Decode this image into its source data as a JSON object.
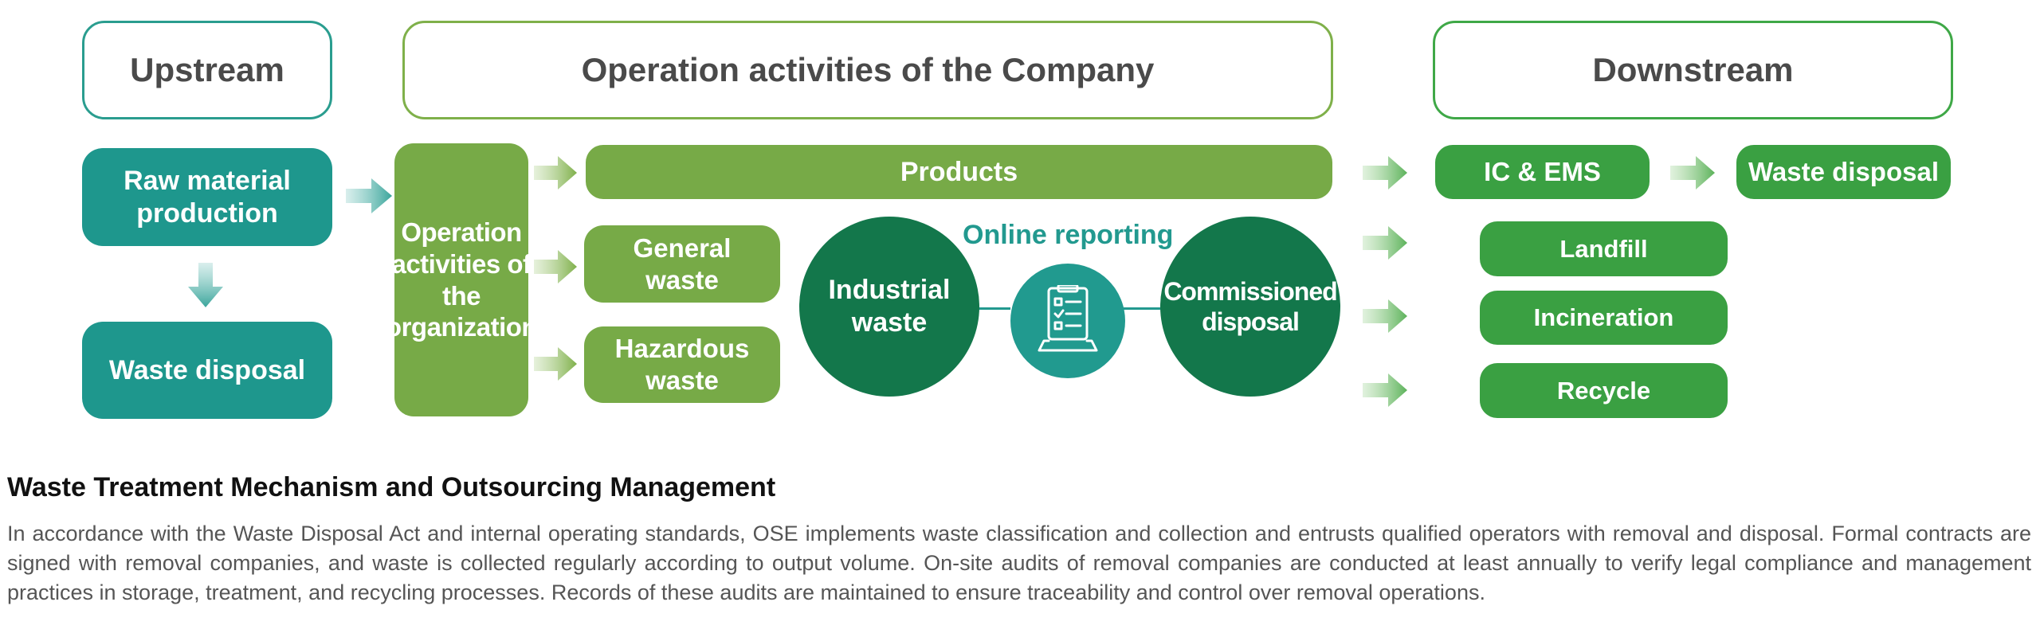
{
  "headers": {
    "upstream": "Upstream",
    "operation": "Operation activities of the Company",
    "downstream": "Downstream"
  },
  "upstream": {
    "raw_material": "Raw material production",
    "waste_disposal": "Waste disposal"
  },
  "operation": {
    "org_activities": "Operation activities of the organization",
    "products": "Products",
    "general_waste": "General waste",
    "hazardous_waste": "Hazardous waste",
    "industrial_waste": "Industrial waste",
    "online_reporting": "Online reporting",
    "commissioned_disposal": "Commissioned disposal",
    "reporting_icon": "clipboard-checklist-laptop-icon"
  },
  "downstream": {
    "ic_ems": "IC & EMS",
    "waste_disposal": "Waste disposal",
    "landfill": "Landfill",
    "incineration": "Incineration",
    "recycle": "Recycle"
  },
  "article": {
    "heading": "Waste Treatment Mechanism and Outsourcing Management",
    "paragraph": "In accordance with the Waste Disposal Act and internal operating standards, OSE implements waste classification and collection and entrusts qualified operators with removal and disposal. Formal contracts are signed with removal companies, and waste is collected regularly according to output volume. On-site audits of removal companies are conducted at least annually to verify legal compliance and management practices in storage, treatment, and recycling processes. Records of these audits are maintained to ensure traceability and control over removal operations."
  },
  "colors": {
    "teal": "#1e978d",
    "olive": "#77aa47",
    "green": "#3aa042",
    "dark_green": "#13774b"
  }
}
